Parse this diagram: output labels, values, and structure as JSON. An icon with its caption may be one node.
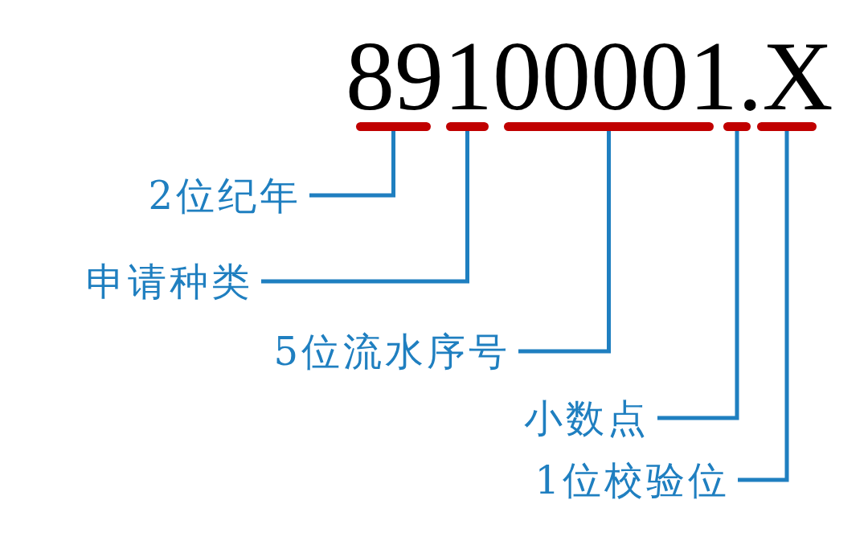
{
  "diagram": {
    "nodes": [
      {
        "text": [],
        "shape": "bar"
      },
      {
        "text": [],
        "shape": "bar"
      },
      {
        "text": [],
        "shape": "bar"
      },
      {
        "text": [],
        "shape": "bar"
      },
      {
        "text": [],
        "shape": "bar"
      },
      {
        "text": [
          "2位纪年"
        ]
      },
      {
        "text": [
          "申请种类"
        ]
      },
      {
        "text": [
          "5位流水序号"
        ]
      },
      {
        "text": [
          "小数点"
        ]
      },
      {
        "text": [
          "1位校验位"
        ]
      }
    ],
    "edges": [
      {
        "from": 5,
        "to": 0,
        "arrow": "none"
      },
      {
        "from": 6,
        "to": 1,
        "arrow": "none"
      },
      {
        "from": 7,
        "to": 2,
        "arrow": "none"
      },
      {
        "from": 8,
        "to": 3,
        "arrow": "none"
      },
      {
        "from": 9,
        "to": 4,
        "arrow": "none"
      }
    ],
    "labels": [
      "89100001.X"
    ]
  }
}
